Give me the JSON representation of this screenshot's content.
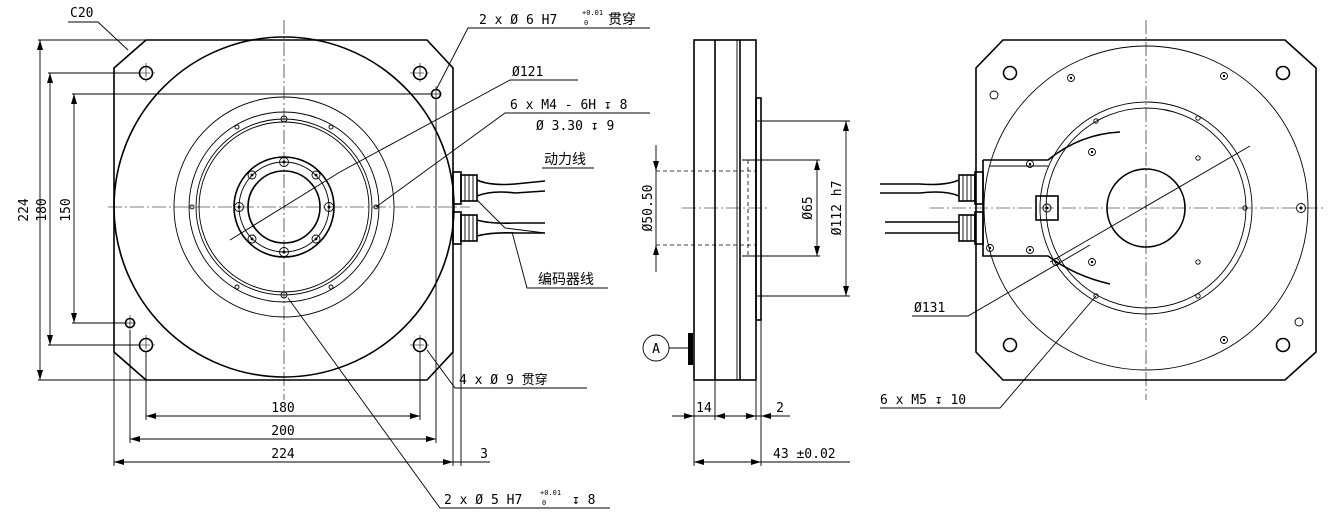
{
  "front_view": {
    "chamfer": "C20",
    "thru_holes_label": "2 x Ø 6 H7",
    "thru_holes_tol_upper": "+0.01",
    "thru_holes_tol_lower": "0",
    "thru_holes_suffix": "贯穿",
    "pcd_label": "Ø121",
    "thread_label": "6 x  M4 - 6H ↧ 8",
    "drill_label": "Ø 3.30 ↧ 9",
    "power_cable": "动力线",
    "encoder_cable": "编码器线",
    "mount_holes": "4 x Ø 9 贯穿",
    "pin_holes_label": "2 x Ø 5 H7",
    "pin_holes_tol_upper": "+0.01",
    "pin_holes_tol_lower": "0",
    "pin_holes_suffix": "↧ 8",
    "dim_224_h": "224",
    "dim_180_h": "180",
    "dim_150_h": "150",
    "dim_180_w": "180",
    "dim_200_w": "200",
    "dim_224_w": "224",
    "dim_3": "3"
  },
  "side_view": {
    "dia_5050": "Ø50.50",
    "dia_65": "Ø65",
    "dia_112": "Ø112 h7",
    "datum": "A",
    "dim_14": "14",
    "dim_2": "2",
    "dim_43": "43  ±0.02"
  },
  "rear_view": {
    "dia_131": "Ø131",
    "rear_thread": "6 x  M5 ↧ 10"
  }
}
